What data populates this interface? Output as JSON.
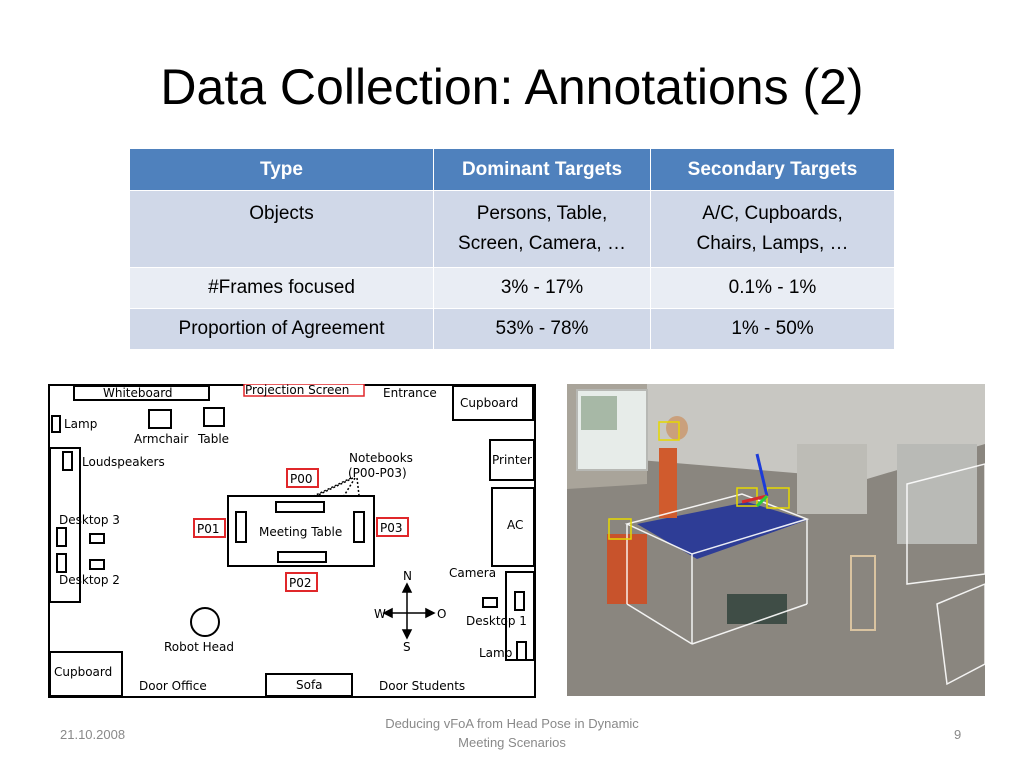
{
  "title": "Data Collection: Annotations (2)",
  "table": {
    "headers": [
      "Type",
      "Dominant Targets",
      "Secondary Targets"
    ],
    "rows": [
      [
        "Objects",
        "Persons, Table, Screen, Camera, …",
        "A/C, Cupboards, Chairs, Lamps, …"
      ],
      [
        "#Frames focused",
        "3% - 17%",
        "0.1% - 1%"
      ],
      [
        "Proportion of  Agreement",
        "53% - 78%",
        "1% - 50%"
      ]
    ]
  },
  "floorplan": {
    "whiteboard": "Whiteboard",
    "projection_screen": "Projection Screen",
    "entrance": "Entrance",
    "cupboard_top": "Cupboard",
    "lamp_left": "Lamp",
    "armchair": "Armchair",
    "table": "Table",
    "loudspeakers": "Loudspeakers",
    "notebooks": "Notebooks",
    "notebooks_ids": "(P00-P03)",
    "printer": "Printer",
    "p00": "P00",
    "p01": "P01",
    "p02": "P02",
    "p03": "P03",
    "meeting_table": "Meeting Table",
    "desktop3": "Desktop 3",
    "desktop2": "Desktop 2",
    "desktop1": "Desktop 1",
    "ac": "AC",
    "camera": "Camera",
    "north": "N",
    "south": "S",
    "west": "W",
    "east": "O",
    "robot_head": "Robot Head",
    "lamp_right": "Lamp",
    "cupboard_bottom": "Cupboard",
    "door_office": "Door Office",
    "sofa": "Sofa",
    "door_students": "Door Students"
  },
  "footer": {
    "date": "21.10.2008",
    "center_line1": "Deducing vFoA from Head Pose in Dynamic",
    "center_line2": "Meeting Scenarios",
    "page": "9"
  },
  "colors": {
    "header": "#4f81bd",
    "row_dark": "#d0d8e8",
    "row_light": "#e9edf4",
    "person_box": "#e0272a"
  }
}
